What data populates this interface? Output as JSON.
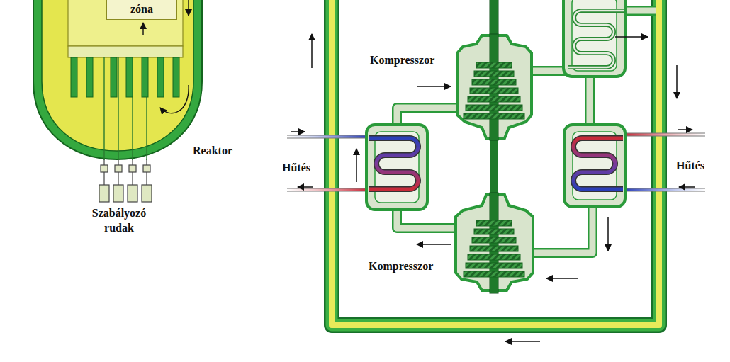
{
  "diagram": {
    "nodes": [
      {
        "text": [
          "Reaktor"
        ]
      },
      {
        "text": [
          "zóna"
        ],
        "in": 0
      },
      {
        "text": [
          "Kompresszor"
        ]
      },
      {
        "text": [
          "Kompresszor"
        ]
      }
    ],
    "edges": [
      {
        "from": 2,
        "to": 3,
        "arrow": "none"
      }
    ],
    "labels": [
      "Szabályozó rudak",
      "Hűtés",
      "Hűtés"
    ]
  }
}
